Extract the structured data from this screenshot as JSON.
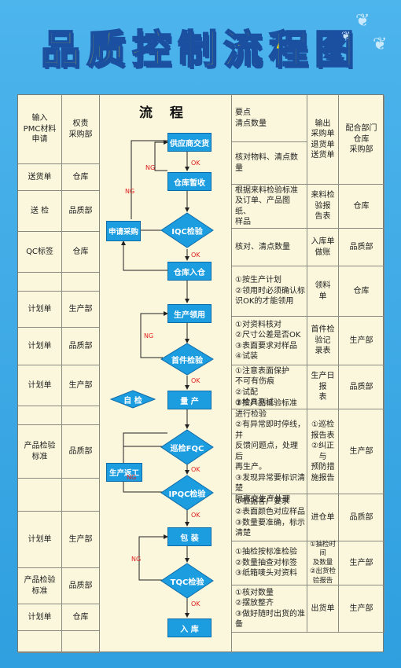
{
  "title": "品质控制流程图",
  "colors": {
    "background": "#3aa6e2",
    "title_fill": "#ffe600",
    "title_outline": "#1b4fa0",
    "table_bg": "#fbf7dc",
    "node_fill": "#1c9de0",
    "label_red": "#e02020"
  },
  "icons": [
    "butterfly-icon"
  ],
  "left": {
    "header": {
      "input": "输入\nPMC材料\n申请",
      "owner": "权责\n采购部"
    },
    "rows": [
      {
        "input": "送货单",
        "owner": "仓库"
      },
      {
        "input": "送 检",
        "owner": "品质部"
      },
      {
        "input": "QC标签",
        "owner": "仓库"
      },
      {
        "input": "",
        "owner": ""
      },
      {
        "input": "计划单",
        "owner": "生产部"
      },
      {
        "input": "计划单",
        "owner": "品质部"
      },
      {
        "input": "计划单",
        "owner": "生产部"
      },
      {
        "input": "",
        "owner": ""
      },
      {
        "input": "产品检验\n标准",
        "owner": "品质部"
      },
      {
        "input": "",
        "owner": ""
      },
      {
        "input": "计划单",
        "owner": "生产部"
      },
      {
        "input": "产品检验\n标准",
        "owner": "品质部"
      },
      {
        "input": "计划单",
        "owner": "仓库"
      },
      {
        "input": "",
        "owner": ""
      }
    ]
  },
  "flow": {
    "title": "流 程",
    "nodes": {
      "supplier": "供应商交货",
      "staging": "仓库暂收",
      "iqc": "IQC检验",
      "purchase": "申请采购",
      "warehouse_in": "仓库入仓",
      "issue": "生产领用",
      "first_article": "首件检验",
      "self_check": "自 检",
      "mass_production": "量 产",
      "patrol": "巡检FQC",
      "rework": "生产返工",
      "ipqc": "IPQC检验",
      "packing": "包 装",
      "tqc": "TQC检验",
      "stock_in": "入 库"
    },
    "labels": {
      "ok": "OK",
      "ng": "NG"
    }
  },
  "right": {
    "header": {
      "points": "要点\n清点数量",
      "output": "输出\n采购单\n退货单\n送货单",
      "dept": "配合部门\n仓库\n采购部"
    },
    "row_check_points": "核对物料、清点数量",
    "rows": [
      {
        "points": "根据来料检验标准\n及订单、产品图纸、\n样品",
        "output": "来料检\n验报\n告表",
        "dept": "仓库"
      },
      {
        "points": "核对、清点数量",
        "output": "入库单\n做账",
        "dept": "品质部"
      },
      {
        "points": "①按生产计划\n②领用时必须确认标\n识OK的才能领用",
        "output": "领料\n单",
        "dept": "仓库"
      },
      {
        "points": "①对资料核对\n②尺寸公差是否OK\n③表面要求对样品\n④试装",
        "output": "首件检\n验记\n录表",
        "dept": "生产部"
      },
      {
        "points": "①注意表面保护\n   不可有伤痕\n②试配\n③检具测试",
        "output": "生产日报\n表",
        "dept": "品质部"
      },
      {
        "points": "①按产品检验标准\n   进行检验\n②有异常即时停线，并\n   反馈问题点，处理后\n   再生产。\n③发现异常要标识清楚\n   隔离交生产处理",
        "output": "①巡检\n报告表\n②纠正与\n预防措\n施报告",
        "dept": "生产部"
      },
      {
        "points": "①根据客户要求\n②表面颜色对应样品\n③数量要准确，标示清楚",
        "output": "进仓单",
        "dept": "品质部"
      },
      {
        "points": "①抽检按标准检验\n②数量抽查对标签\n③纸箱唛头对资料",
        "output": "①抽检时间\n及数量\n②出货检\n验报告",
        "dept": "生产部"
      },
      {
        "points": "①核对数量\n②摆放整齐\n③做好随时出货的准备",
        "output": "出货单",
        "dept": "生产部"
      }
    ]
  }
}
